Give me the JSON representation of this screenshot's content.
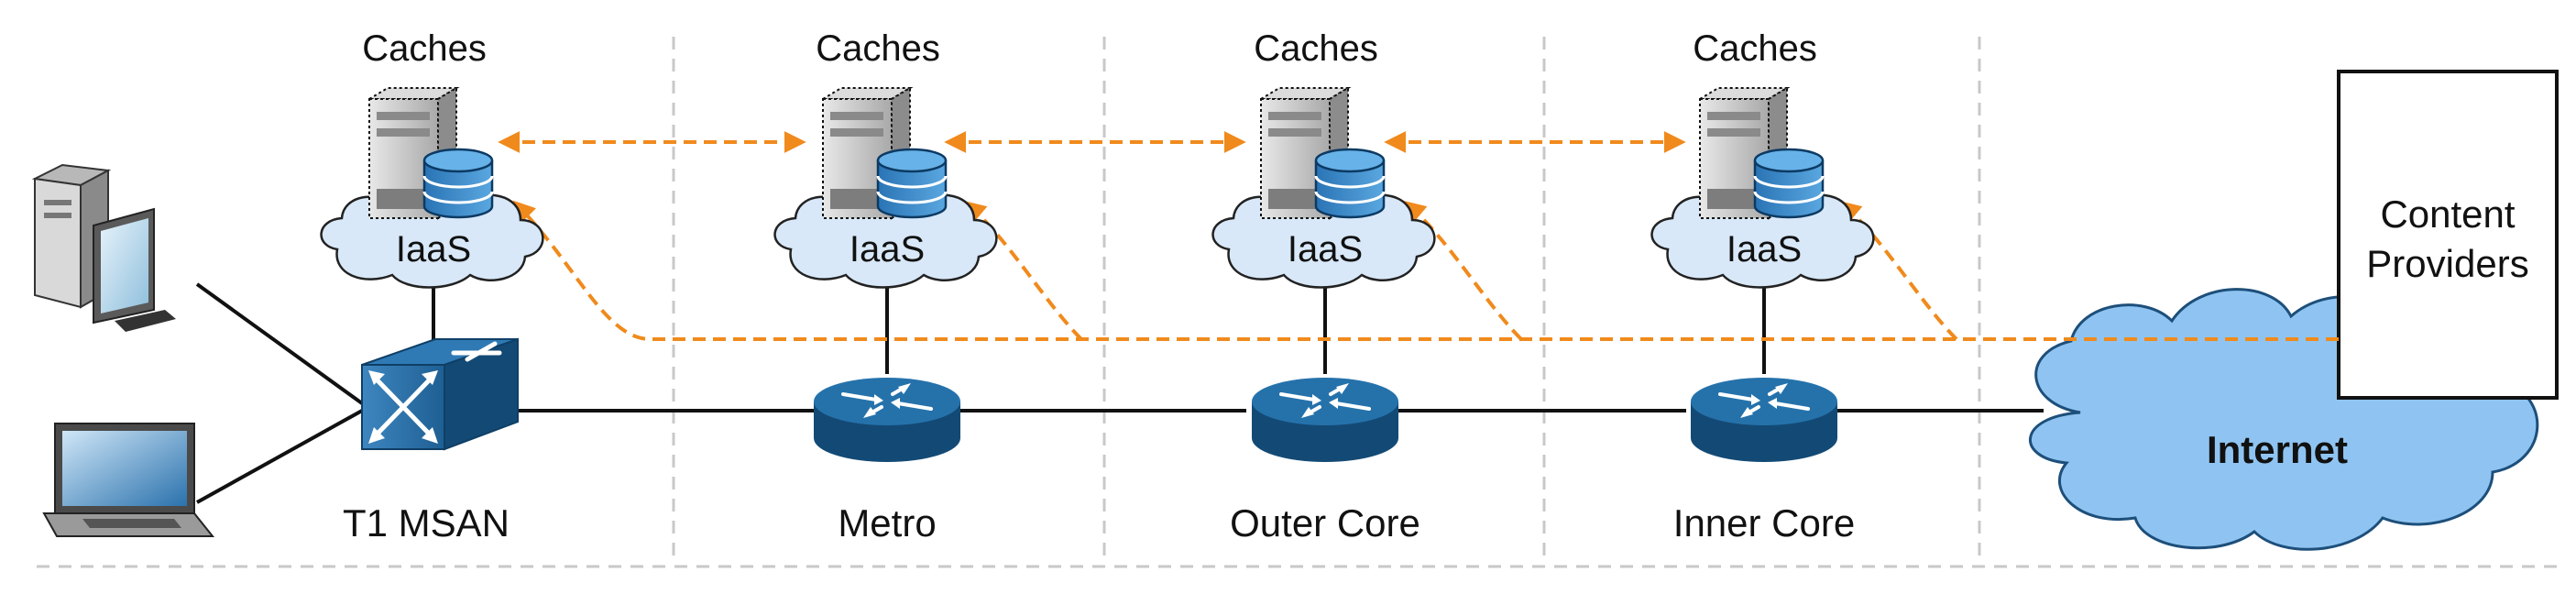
{
  "colors": {
    "cache_link": "#f08a1c",
    "cloud_fill": "#d8e8f8",
    "internet_fill": "#8fc4f2",
    "router_blue": "#1f6496",
    "divider": "#c8c8c8"
  },
  "stages": [
    {
      "id": "msan",
      "caches_label": "Caches",
      "cloud_label": "IaaS",
      "caption": "T1 MSAN",
      "device": "switch-icon"
    },
    {
      "id": "metro",
      "caches_label": "Caches",
      "cloud_label": "IaaS",
      "caption": "Metro",
      "device": "router-icon"
    },
    {
      "id": "outer",
      "caches_label": "Caches",
      "cloud_label": "IaaS",
      "caption": "Outer Core",
      "device": "router-icon"
    },
    {
      "id": "inner",
      "caches_label": "Caches",
      "cloud_label": "IaaS",
      "caption": "Inner Core",
      "device": "router-icon"
    }
  ],
  "internet": {
    "label": "Internet"
  },
  "content_providers": {
    "line1": "Content",
    "line2": "Providers"
  },
  "users": {
    "desktop": "desktop-computer-icon",
    "laptop": "laptop-icon"
  }
}
